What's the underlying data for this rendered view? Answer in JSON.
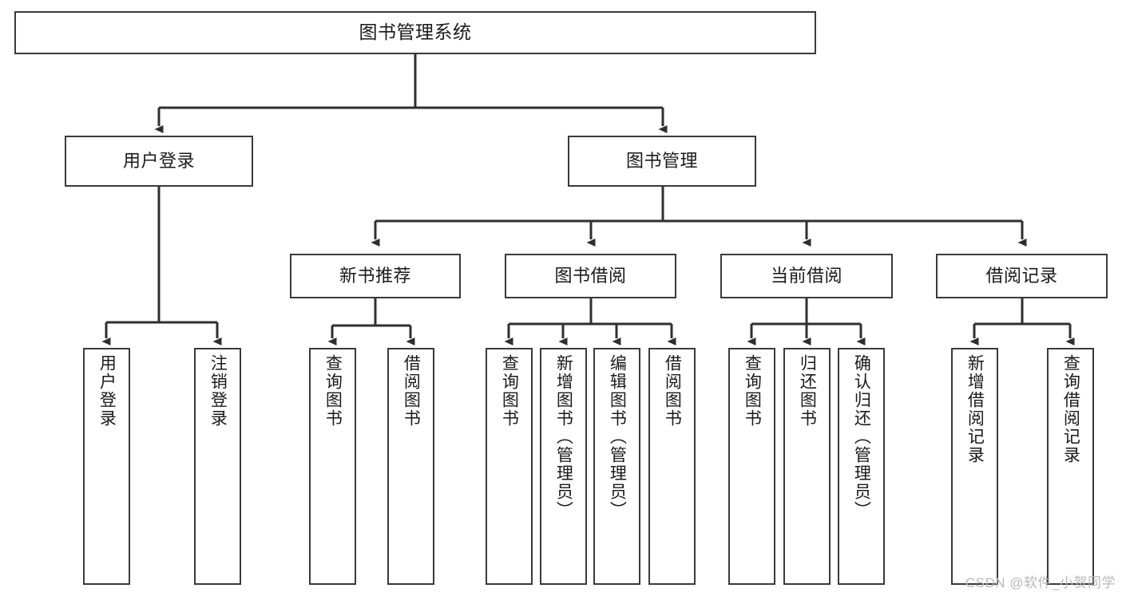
{
  "diagram": {
    "type": "tree-hierarchy-functional-decomposition",
    "title": "图书管理系统",
    "watermark": "CSDN @软件_小贺同学",
    "colors": {
      "border": "#3a3a3a",
      "background": "#ffffff",
      "text": "#1a1a1a",
      "connector": "#2f2f2f",
      "watermark": "#b9b9b9"
    },
    "nodes": {
      "root": {
        "label": "图书管理系统"
      },
      "level2": [
        {
          "id": "user-login",
          "label": "用户登录"
        },
        {
          "id": "book-management",
          "label": "图书管理"
        }
      ],
      "level3": [
        {
          "id": "new-book-recommend",
          "label": "新书推荐"
        },
        {
          "id": "book-borrow",
          "label": "图书借阅"
        },
        {
          "id": "current-borrow",
          "label": "当前借阅"
        },
        {
          "id": "borrow-record",
          "label": "借阅记录"
        }
      ],
      "leaves": {
        "user-login": [
          {
            "id": "leaf-user-login",
            "label": "用户登录"
          },
          {
            "id": "leaf-logout-login",
            "label": "注销登录"
          }
        ],
        "new-book-recommend": [
          {
            "id": "leaf-query-book-1",
            "label": "查询图书"
          },
          {
            "id": "leaf-borrow-book-1",
            "label": "借阅图书"
          }
        ],
        "book-borrow": [
          {
            "id": "leaf-query-book-2",
            "label": "查询图书"
          },
          {
            "id": "leaf-add-book",
            "label": "新增图书（管理员）"
          },
          {
            "id": "leaf-edit-book",
            "label": "编辑图书（管理员）"
          },
          {
            "id": "leaf-borrow-book-2",
            "label": "借阅图书"
          }
        ],
        "current-borrow": [
          {
            "id": "leaf-query-book-3",
            "label": "查询图书"
          },
          {
            "id": "leaf-return-book",
            "label": "归还图书"
          },
          {
            "id": "leaf-confirm-return",
            "label": "确认归还（管理员）"
          }
        ],
        "borrow-record": [
          {
            "id": "leaf-add-record",
            "label": "新增借阅记录"
          },
          {
            "id": "leaf-query-record",
            "label": "查询借阅记录"
          }
        ]
      }
    }
  }
}
